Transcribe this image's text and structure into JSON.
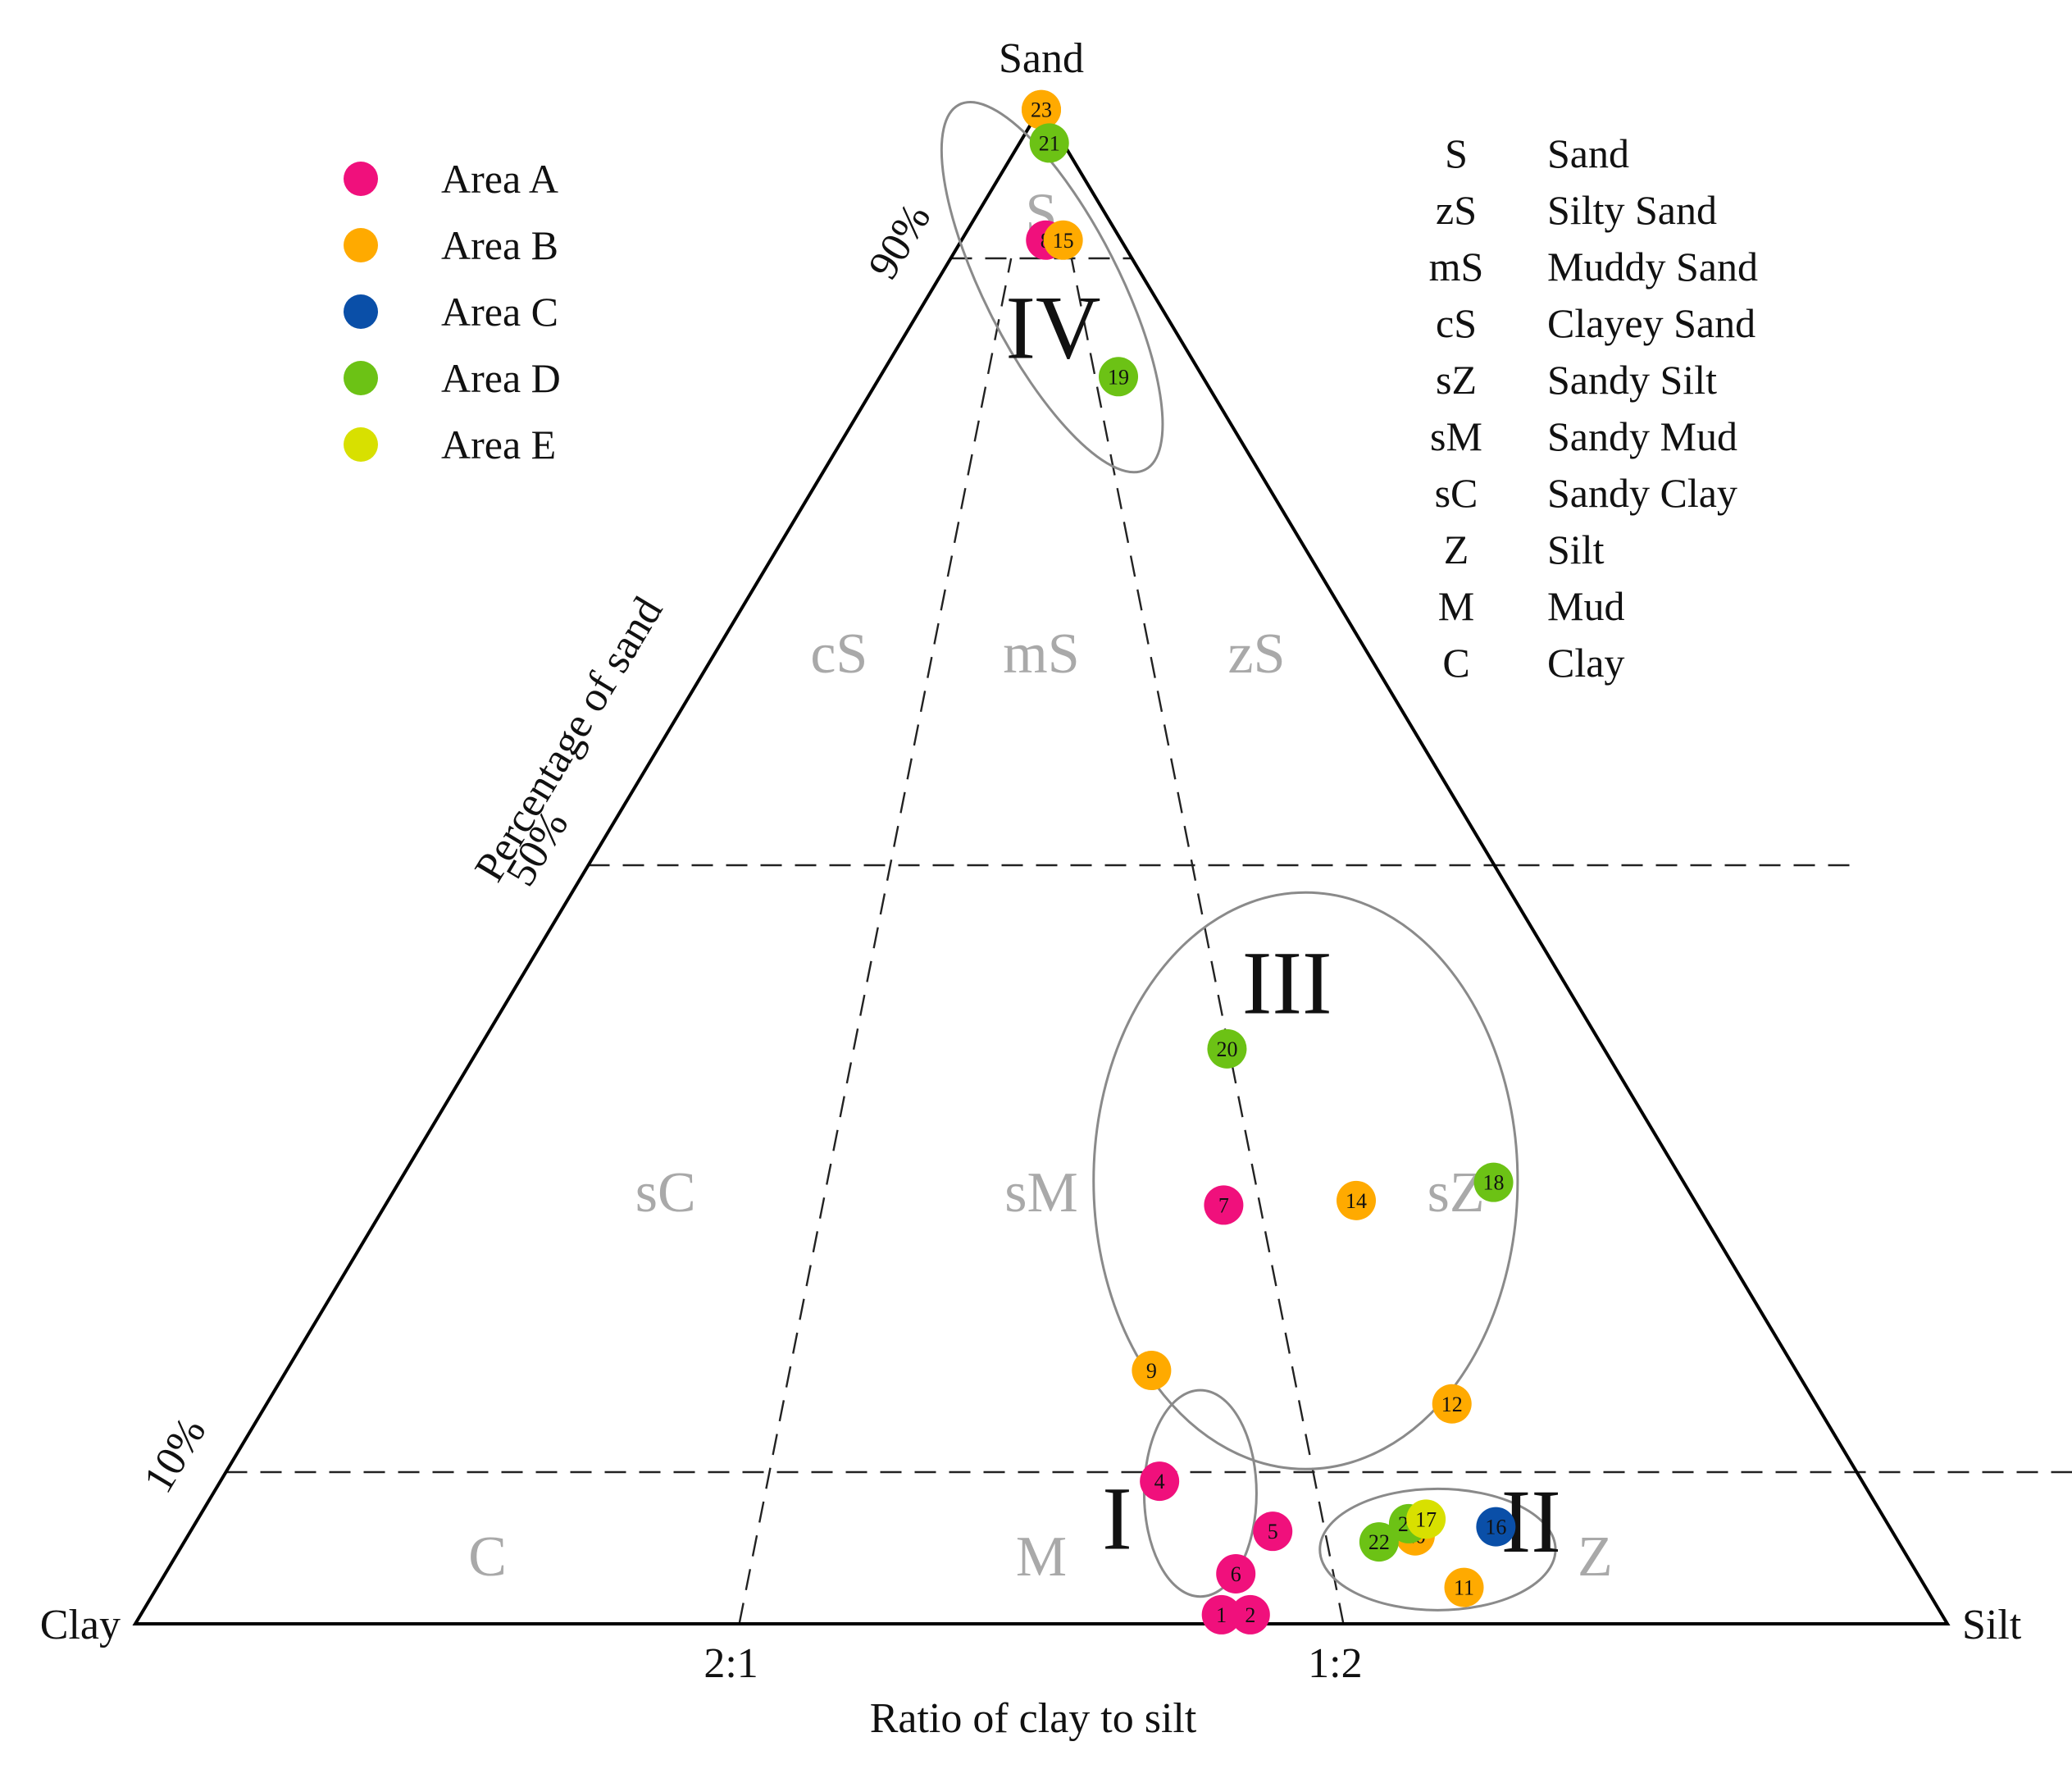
{
  "chart_data": {
    "type": "scatter",
    "subtype": "ternary",
    "vertices": {
      "top": "Sand",
      "left": "Clay",
      "right": "Silt"
    },
    "xlabel": "Ratio of clay to silt",
    "ylabel": "Percentage of sand",
    "sand_levels": [
      10,
      50,
      90
    ],
    "sand_tick_labels": [
      "10%",
      "50%",
      "90%"
    ],
    "ratio_lines": [
      {
        "label": "2:1",
        "silt_fraction": 0.3333
      },
      {
        "label": "1:2",
        "silt_fraction": 0.6667
      }
    ],
    "zones": [
      {
        "code": "S",
        "sand": 0.93,
        "silt_fraction": 0.5
      },
      {
        "code": "cS",
        "sand": 0.64,
        "silt_fraction": 0.19
      },
      {
        "code": "mS",
        "sand": 0.64,
        "silt_fraction": 0.5
      },
      {
        "code": "zS",
        "sand": 0.64,
        "silt_fraction": 0.83
      },
      {
        "code": "sC",
        "sand": 0.285,
        "silt_fraction": 0.21
      },
      {
        "code": "sM",
        "sand": 0.285,
        "silt_fraction": 0.5
      },
      {
        "code": "sZ",
        "sand": 0.285,
        "silt_fraction": 0.82
      },
      {
        "code": "C",
        "sand": 0.045,
        "silt_fraction": 0.18
      },
      {
        "code": "M",
        "sand": 0.045,
        "silt_fraction": 0.5
      },
      {
        "code": "Z",
        "sand": 0.045,
        "silt_fraction": 0.82
      }
    ],
    "groups": [
      {
        "label": "I",
        "sand": 0.086,
        "silt_fraction": 0.596,
        "rx_ratio": 0.031,
        "ry_ratio": 0.068,
        "label_sand": 0.07,
        "label_silt_fraction": 0.545
      },
      {
        "label": "II",
        "sand": 0.049,
        "silt_fraction": 0.73,
        "rx_ratio": 0.065,
        "ry_ratio": 0.04,
        "label_sand": 0.068,
        "label_silt_fraction": 0.79
      },
      {
        "label": "III",
        "sand": 0.292,
        "silt_fraction": 0.706,
        "rx_ratio": 0.117,
        "ry_ratio": 0.19,
        "label_sand": 0.423,
        "label_silt_fraction": 0.735
      },
      {
        "label": "IV",
        "sand": 0.881,
        "silt_fraction": 0.55,
        "rx_ratio": 0.037,
        "ry_ratio": 0.135,
        "label_sand": 0.855,
        "label_silt_fraction": 0.545,
        "rotate": -27
      }
    ],
    "series": [
      {
        "name": "Area A",
        "color": "#f0107c",
        "points": [
          {
            "id": "1",
            "sand": 0.006,
            "silt_fraction": 0.6
          },
          {
            "id": "2",
            "sand": 0.006,
            "silt_fraction": 0.616
          },
          {
            "id": "4",
            "sand": 0.094,
            "silt_fraction": 0.572
          },
          {
            "id": "5",
            "sand": 0.061,
            "silt_fraction": 0.636
          },
          {
            "id": "6",
            "sand": 0.033,
            "silt_fraction": 0.611
          },
          {
            "id": "7",
            "sand": 0.276,
            "silt_fraction": 0.639
          },
          {
            "id": "8",
            "sand": 0.912,
            "silt_fraction": 0.527
          }
        ]
      },
      {
        "name": "Area B",
        "color": "#ffaa00",
        "points": [
          {
            "id": "9",
            "sand": 0.167,
            "silt_fraction": 0.573
          },
          {
            "id": "10",
            "sand": 0.058,
            "silt_fraction": 0.719
          },
          {
            "id": "11",
            "sand": 0.024,
            "silt_fraction": 0.739
          },
          {
            "id": "12",
            "sand": 0.145,
            "silt_fraction": 0.765
          },
          {
            "id": "13",
            "sand": 0.998,
            "silt_fraction": 0.5
          },
          {
            "id": "14",
            "sand": 0.279,
            "silt_fraction": 0.741
          },
          {
            "id": "15",
            "sand": 0.912,
            "silt_fraction": 0.637
          },
          {
            "id": "23",
            "sand": 0.998,
            "silt_fraction": 0.5
          }
        ]
      },
      {
        "name": "Area C",
        "color": "#0a4fa8",
        "points": [
          {
            "id": "16",
            "sand": 0.064,
            "silt_fraction": 0.768
          }
        ]
      },
      {
        "name": "Area D",
        "color": "#6cc215",
        "points": [
          {
            "id": "18",
            "sand": 0.291,
            "silt_fraction": 0.852
          },
          {
            "id": "19",
            "sand": 0.822,
            "silt_fraction": 0.739
          },
          {
            "id": "20",
            "sand": 0.379,
            "silt_fraction": 0.665
          },
          {
            "id": "21",
            "sand": 0.976,
            "silt_fraction": 0.683
          },
          {
            "id": "22",
            "sand": 0.054,
            "silt_fraction": 0.697
          },
          {
            "id": "24",
            "sand": 0.066,
            "silt_fraction": 0.717
          }
        ]
      },
      {
        "name": "Area E",
        "color": "#d8e000",
        "points": [
          {
            "id": "17",
            "sand": 0.069,
            "silt_fraction": 0.728
          }
        ]
      }
    ]
  },
  "legend": {
    "position": "top-left",
    "entries": [
      "Area  A",
      "Area  B",
      "Area  C",
      "Area  D",
      "Area  E"
    ]
  },
  "key": {
    "position": "top-right",
    "rows": [
      {
        "code": "S",
        "name": "Sand"
      },
      {
        "code": "zS",
        "name": "Silty Sand"
      },
      {
        "code": "mS",
        "name": "Muddy Sand"
      },
      {
        "code": "cS",
        "name": "Clayey Sand"
      },
      {
        "code": "sZ",
        "name": "Sandy Silt"
      },
      {
        "code": "sM",
        "name": "Sandy Mud"
      },
      {
        "code": "sC",
        "name": "Sandy Clay"
      },
      {
        "code": "Z",
        "name": "Silt"
      },
      {
        "code": "M",
        "name": "Mud"
      },
      {
        "code": "C",
        "name": "Clay"
      }
    ]
  }
}
